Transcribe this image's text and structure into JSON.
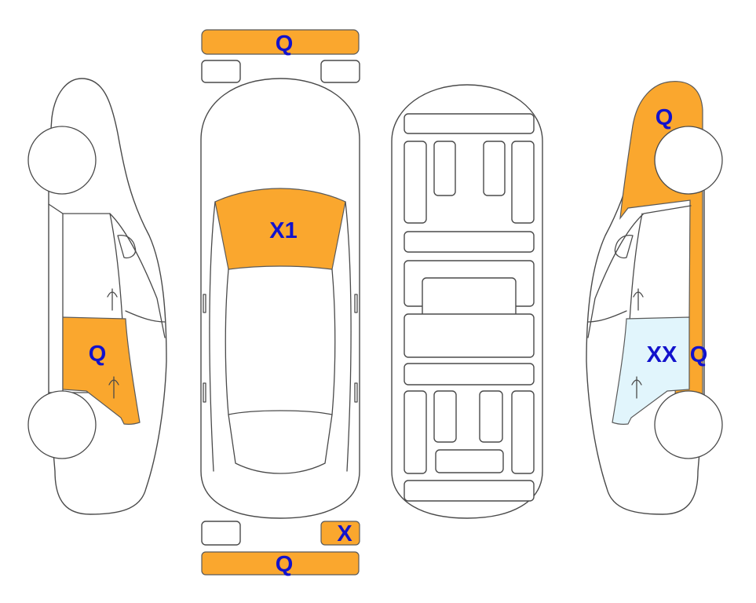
{
  "colors": {
    "damage_q": "#FAA72E",
    "damage_xx": "#E1F5FC",
    "label": "#1212CC",
    "outline": "#4a4a4a"
  },
  "labels": {
    "front_bumper": "Q",
    "windshield": "X1",
    "rear_bumper": "Q",
    "rear_light_right": "X",
    "left_rear_door": "Q",
    "right_front_fender": "Q",
    "right_front_door": "XX",
    "right_rocker": "Q"
  }
}
